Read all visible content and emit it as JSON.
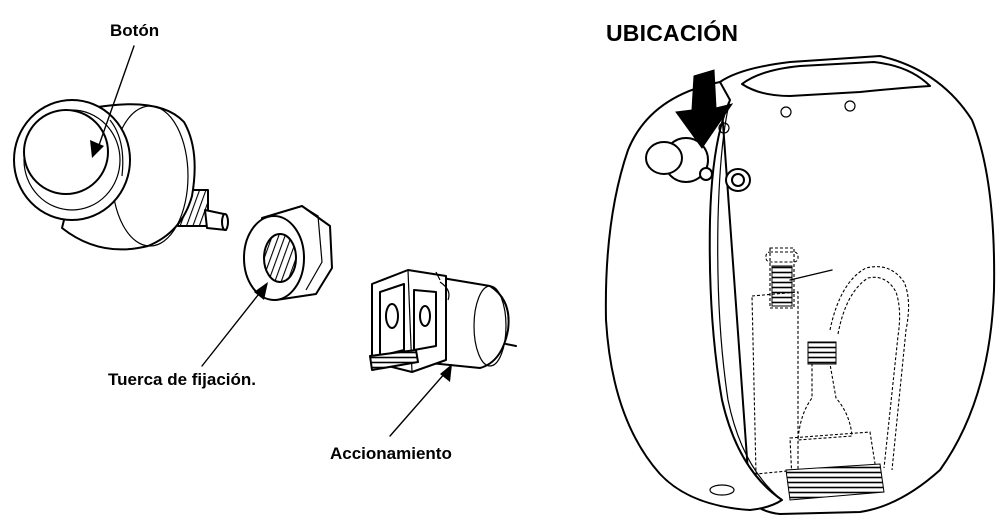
{
  "labels": {
    "boton": "Botón",
    "tuerca": "Tuerca de fijación.",
    "accionamiento": "Accionamiento",
    "ubicacion": "UBICACIÓN"
  },
  "colors": {
    "ink": "#000000",
    "background": "#ffffff"
  }
}
